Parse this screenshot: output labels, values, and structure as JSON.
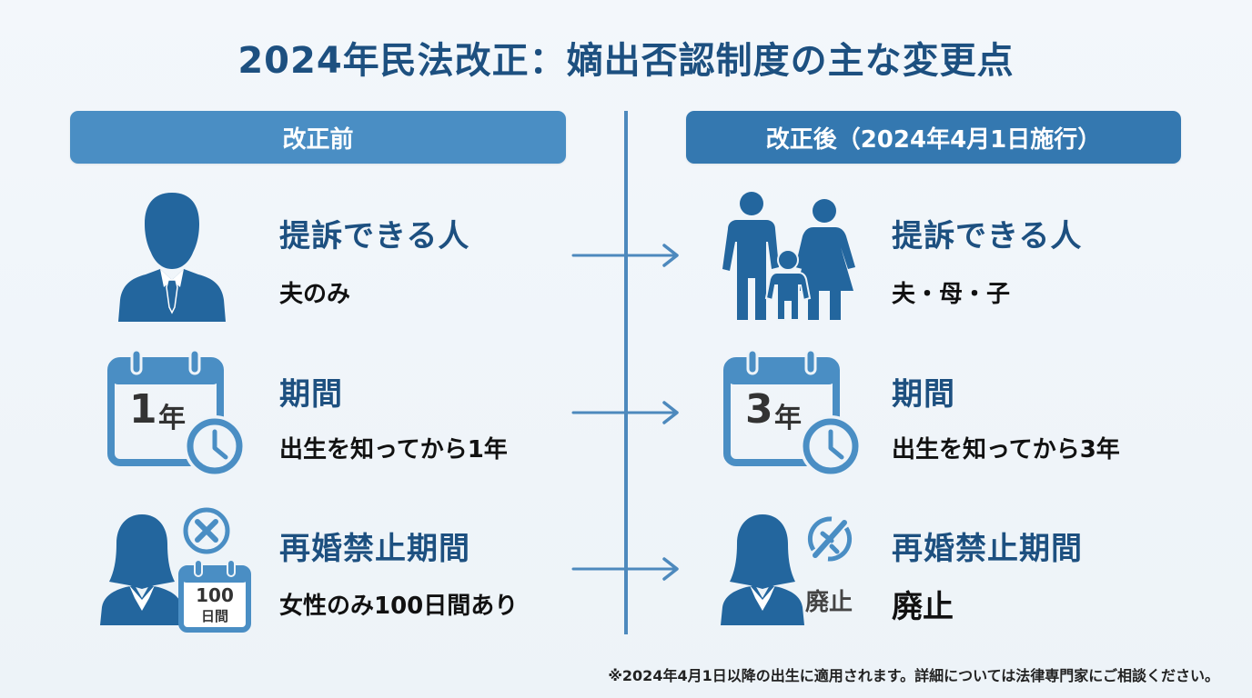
{
  "title": "2024年民法改正：嫡出否認制度の主な変更点",
  "columns": {
    "before": {
      "label": "改正前"
    },
    "after": {
      "label": "改正後（2024年4月1日施行）"
    }
  },
  "rows": [
    {
      "heading": "提訴できる人",
      "before": {
        "icon": "businessman-silhouette-icon",
        "text": "夫のみ"
      },
      "after": {
        "icon": "family-icon",
        "text": "夫・母・子"
      }
    },
    {
      "heading": "期間",
      "before": {
        "icon": "calendar-clock-icon",
        "icon_text_num": "1",
        "icon_text_unit": "年",
        "text": "出生を知ってから1年"
      },
      "after": {
        "icon": "calendar-clock-icon",
        "icon_text_num": "3",
        "icon_text_unit": "年",
        "text": "出生を知ってから3年"
      }
    },
    {
      "heading": "再婚禁止期間",
      "before": {
        "icon": "woman-calendar-prohibited-icon",
        "icon_text_num": "100",
        "icon_text_unit": "日間",
        "text": "女性のみ100日間あり"
      },
      "after": {
        "icon": "woman-abolished-icon",
        "icon_text": "廃止",
        "text": "廃止"
      }
    }
  ],
  "footnote": "※2024年4月1日以降の出生に適用されます。詳細については法律専門家にご相談ください。",
  "colors": {
    "title": "#1d5080",
    "header_before": "#4a8ec4",
    "header_after": "#3478b0",
    "icon_dark": "#23669e",
    "icon_light": "#4a8ec4",
    "divider": "#4d89bd",
    "background": "#eef4f9"
  }
}
